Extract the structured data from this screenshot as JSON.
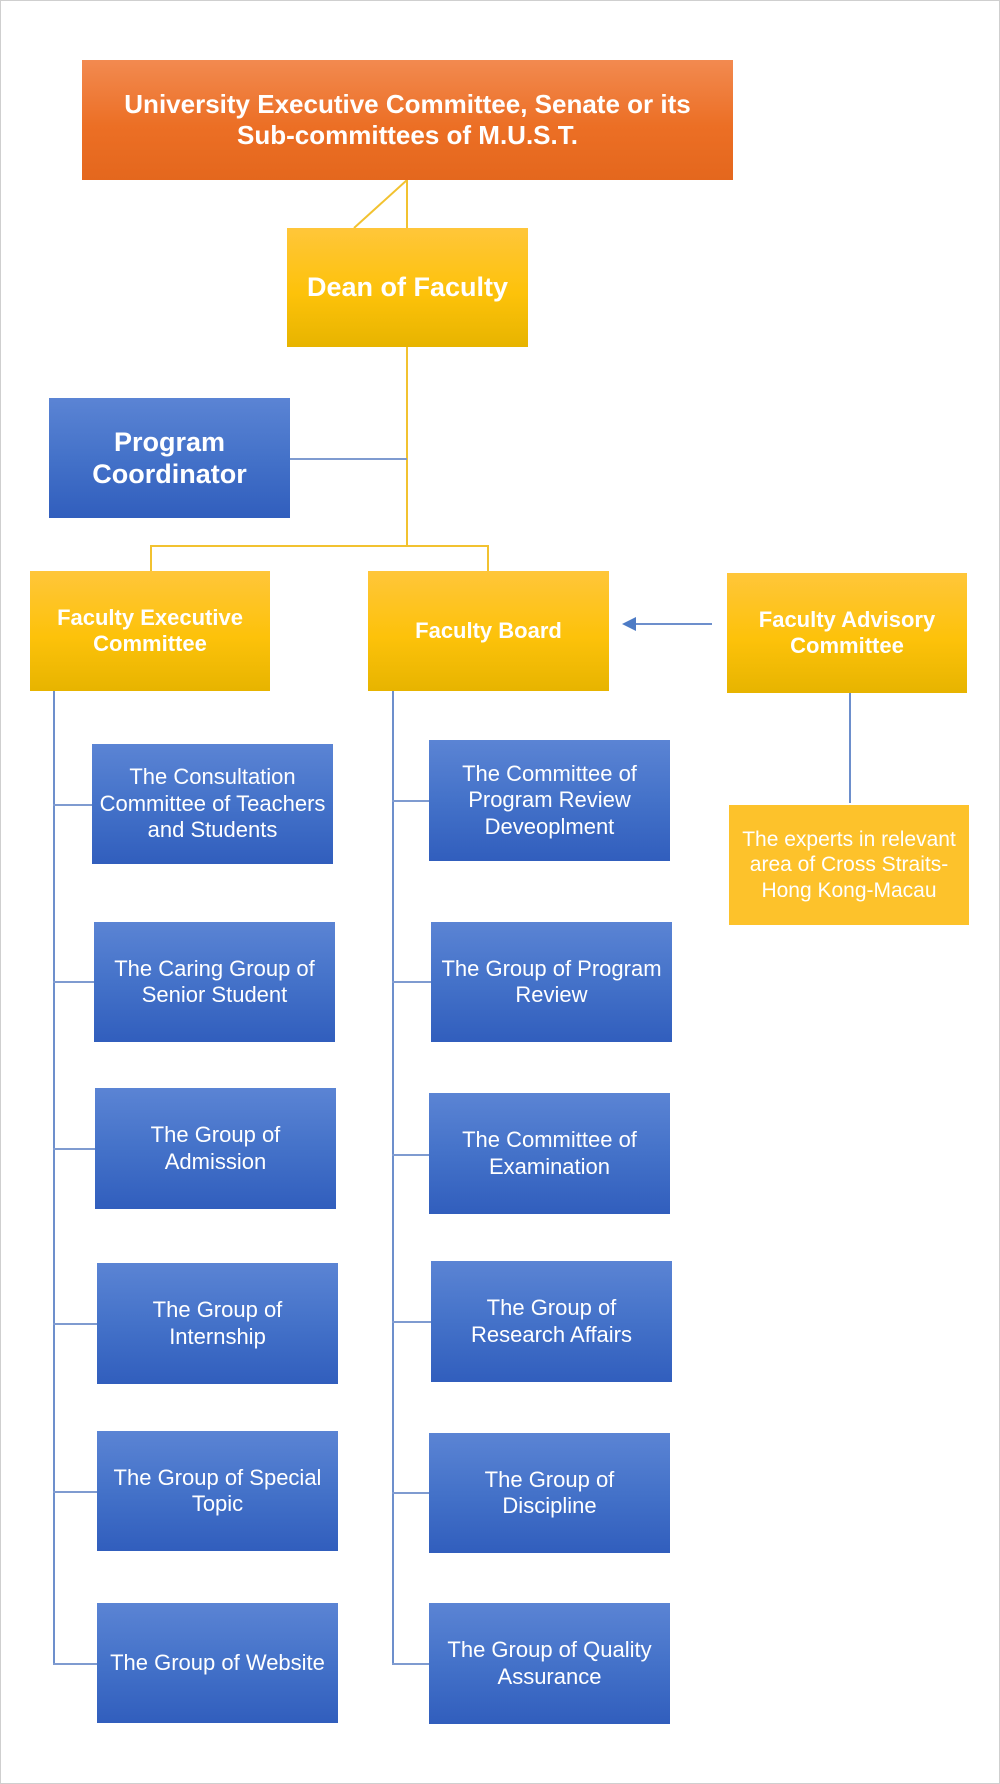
{
  "diagram": {
    "top": "University Executive Committee, Senate or its Sub-committees of M.U.S.T.",
    "dean": "Dean of Faculty",
    "coordinator": "Program Coordinator",
    "faculty_executive": "Faculty Executive Committee",
    "faculty_board": "Faculty Board",
    "faculty_advisory": "Faculty Advisory Committee",
    "experts": "The experts in relevant area of Cross Straits-Hong Kong-Macau",
    "executive_children": [
      "The Consultation Committee of Teachers and Students",
      "The Caring Group of Senior Student",
      "The Group of Admission",
      "The Group of Internship",
      "The Group of Special Topic",
      "The Group of Website"
    ],
    "board_children": [
      "The Committee of Program Review Deveoplment",
      "The Group of Program Review",
      "The Committee of Examination",
      "The Group of Research Affairs",
      "The Group of Discipline",
      "The Group of Quality Assurance"
    ],
    "colors": {
      "orange": "#ec6f25",
      "gold": "#fdc20a",
      "blue": "#4472c9",
      "connector_gold": "#f2c230",
      "connector_blue": "#6d8fcc"
    }
  }
}
